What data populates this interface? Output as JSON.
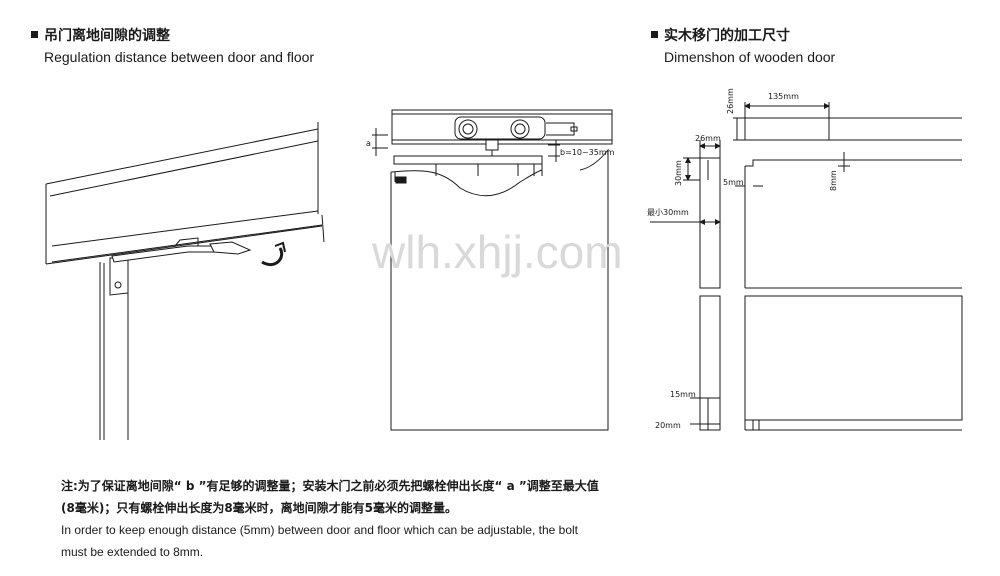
{
  "left_section": {
    "title_cn": "吊门离地间隙的调整",
    "title_en": "Regulation distance between door and floor"
  },
  "right_section": {
    "title_cn": "实木移门的加工尺寸",
    "title_en": "Dimenshon of wooden door"
  },
  "middle_labels": {
    "a": "a",
    "b_range": "b=10~35mm"
  },
  "dimensions": {
    "d135": "135mm",
    "d26_vertical": "26mm",
    "d26_horizontal": "26mm",
    "d30": "30mm",
    "d5": "5mm",
    "d8": "8mm",
    "min30": "最小30mm",
    "d15": "15mm",
    "d20": "20mm"
  },
  "watermark": "wlh.xhjj.com",
  "note": {
    "line1_cn": "注:为了保证离地间隙“ b ”有足够的调整量；安装木门之前必须先把螺栓伸出长度“ a ”调整至最大值",
    "line2_cn": "(8毫米)；只有螺栓伸出长度为8毫米时，离地间隙才能有5毫米的调整量。",
    "line3_en": "In order to keep enough distance (5mm) between door and floor which can be adjustable, the bolt",
    "line4_en": "must be extended to 8mm."
  },
  "colors": {
    "line": "#1a1a1a",
    "watermark": "#d9d9d9"
  }
}
